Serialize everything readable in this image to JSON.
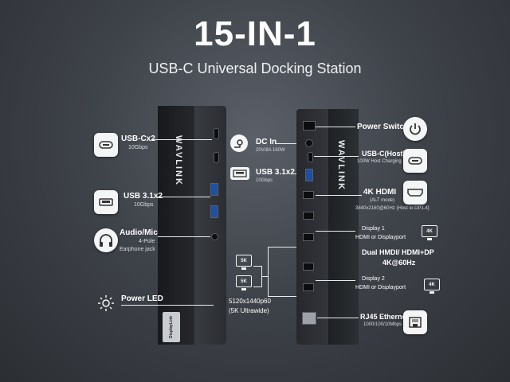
{
  "title": "15-IN-1",
  "subtitle": "USB-C Universal Docking Station",
  "brand": "WAVLINK",
  "left_features": [
    {
      "label": "USB-Cx2",
      "sub": "10Gbps",
      "icon": "usb-c-icon"
    },
    {
      "label": "USB 3.1x2",
      "sub": "10Gbps",
      "icon": "usb-a-icon"
    },
    {
      "label": "Audio/Mic",
      "sub1": "4-Pole",
      "sub2": "Earphone jack",
      "icon": "headphone-icon"
    },
    {
      "label": "Power LED",
      "icon": "led-icon"
    }
  ],
  "center_features": {
    "dc_in": {
      "label": "DC In",
      "sub": "20V/8A 160W"
    },
    "usb31": {
      "label": "USB 3.1x2",
      "sub": "10Gbps"
    },
    "monitor_5k_a": "5K",
    "monitor_5k_b": "5K",
    "ultrawide_res": "5120x1440p60",
    "ultrawide_note": "(5K Ultrawide)"
  },
  "right_features": {
    "power_switch": "Power Switch",
    "usb_c_host": {
      "label": "USB-C(Host)",
      "sub": "100W Host Charging"
    },
    "hdmi4k": {
      "label": "4K HDMI",
      "alt": "(ALT mode)",
      "res": "3840x2160@60Hz (Host to DP1.4)"
    },
    "display1": {
      "label": "Display 1",
      "sub": "HDMI or Displayport",
      "badge": "4K"
    },
    "dual": "Dual  HMDI/ HDMI+DP",
    "dual_hz": "4K@60Hz",
    "display2": {
      "label": "Display 2",
      "sub": "HDMI or Displayport",
      "badge": "4K"
    },
    "rj45": {
      "label": "RJ45 Ethernet",
      "sub": "1000/100/10Mbps"
    }
  },
  "displaylink_badge": "DisplayLink",
  "colors": {
    "background": "#3f434a",
    "device": "#2c2f33",
    "accent_usb": "#1e4fa3",
    "text": "#ffffff"
  }
}
